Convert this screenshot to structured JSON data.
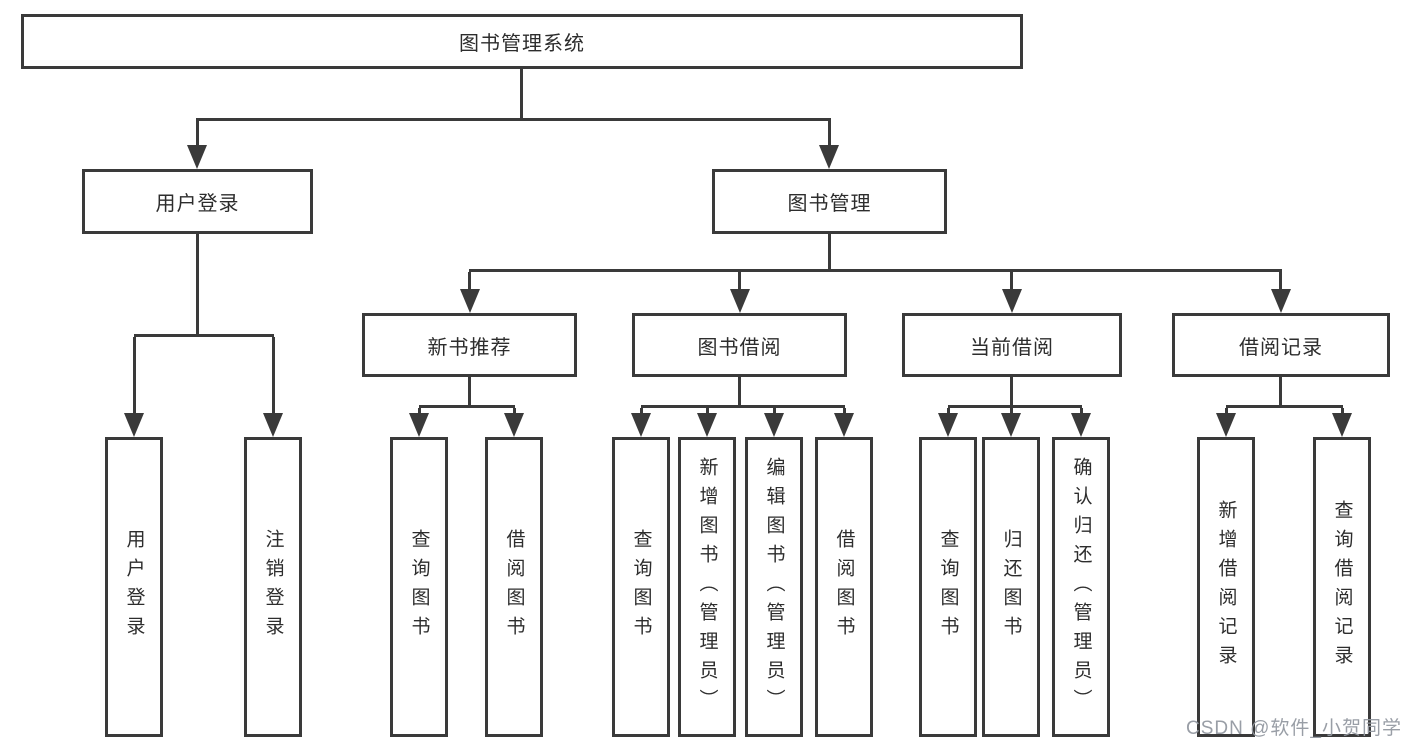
{
  "diagram": {
    "root_label": "图书管理系统",
    "branches": [
      {
        "label": "用户登录",
        "children": [
          {
            "label": "用户登录"
          },
          {
            "label": "注销登录"
          }
        ]
      },
      {
        "label": "图书管理",
        "children": [
          {
            "label": "新书推荐",
            "children": [
              {
                "label": "查询图书"
              },
              {
                "label": "借阅图书"
              }
            ]
          },
          {
            "label": "图书借阅",
            "children": [
              {
                "label": "查询图书"
              },
              {
                "label": "新增图书（管理员）"
              },
              {
                "label": "编辑图书（管理员）"
              },
              {
                "label": "借阅图书"
              }
            ]
          },
          {
            "label": "当前借阅",
            "children": [
              {
                "label": "查询图书"
              },
              {
                "label": "归还图书"
              },
              {
                "label": "确认归还（管理员）"
              }
            ]
          },
          {
            "label": "借阅记录",
            "children": [
              {
                "label": "新增借阅记录"
              },
              {
                "label": "查询借阅记录"
              }
            ]
          }
        ]
      }
    ]
  },
  "watermark": {
    "text": "CSDN @软件_小贺同学",
    "color": "#9499a1"
  },
  "colors": {
    "line": "#3a3a3a",
    "box_background": "#ffffff",
    "text": "#2d2d2d"
  }
}
